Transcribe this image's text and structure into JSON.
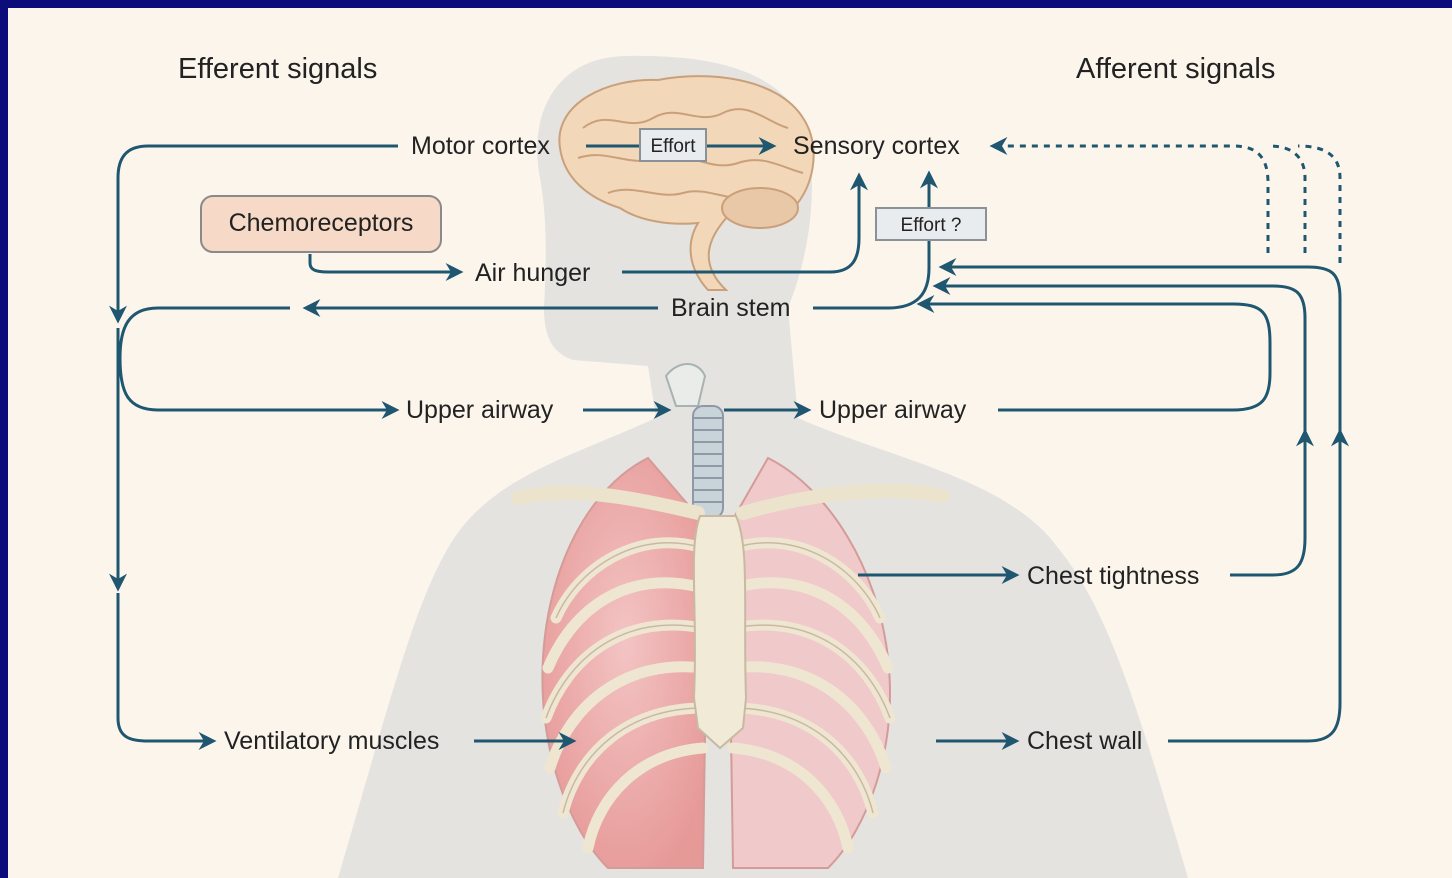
{
  "headers": {
    "efferent": "Efferent signals",
    "afferent": "Afferent signals"
  },
  "labels": {
    "motor_cortex": "Motor cortex",
    "sensory_cortex": "Sensory cortex",
    "chemoreceptors": "Chemoreceptors",
    "air_hunger": "Air hunger",
    "brain_stem": "Brain stem",
    "upper_airway_left": "Upper airway",
    "upper_airway_right": "Upper airway",
    "chest_tightness": "Chest tightness",
    "ventilatory_muscles": "Ventilatory muscles",
    "chest_wall": "Chest wall",
    "effort_top": "Effort",
    "effort_question": "Effort ?"
  },
  "colors": {
    "frame": "#0c0c7a",
    "background": "#fcf5ec",
    "arrow": "#1f5670",
    "silhouette": "#d9d9d9",
    "chemoreceptor_box": "#f6d9c6"
  }
}
